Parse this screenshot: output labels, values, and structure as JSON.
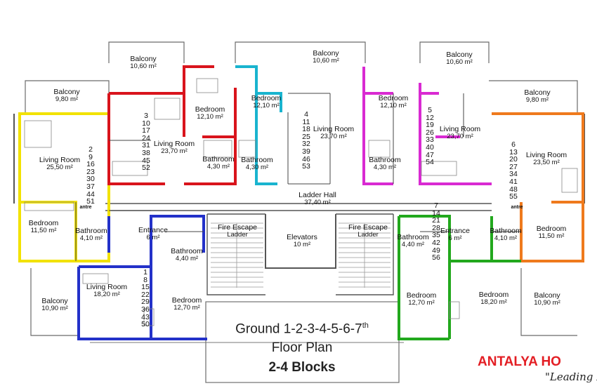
{
  "plan": {
    "title_line1": "Ground  1-2-3-4-5-6-7",
    "title_line1_sup": "th",
    "title_line2": "Floor Plan",
    "title_line3": "2-4 Blocks",
    "brand": "ANTALYA HO",
    "slogan": "\"Leading Rea",
    "entrance_word": "antre",
    "colors": {
      "yellow": "#f2e200",
      "red": "#d9141c",
      "cyan": "#19b4cf",
      "magenta": "#d92ad2",
      "orange": "#ef7a1d",
      "blue": "#2331c9",
      "green": "#22a81d",
      "wall": "#555555",
      "brand": "#e31e24"
    },
    "rooms": [
      {
        "name": "Balcony",
        "area": "10,60 m²"
      },
      {
        "name": "Balcony",
        "area": "10,60 m²"
      },
      {
        "name": "Balcony",
        "area": "10,60 m²"
      },
      {
        "name": "Balcony",
        "area": "9,80 m²"
      },
      {
        "name": "Balcony",
        "area": "9,80 m²"
      },
      {
        "name": "Bedroom",
        "area": "12,10 m²"
      },
      {
        "name": "Bedroom",
        "area": "12,10 m²"
      },
      {
        "name": "Bedroom",
        "area": "12,10 m²"
      },
      {
        "name": "Living Room",
        "area": "23,70 m²"
      },
      {
        "name": "Living Room",
        "area": "23,70 m²"
      },
      {
        "name": "Living Room",
        "area": "23,70 m²"
      },
      {
        "name": "Living Room",
        "area": "25,50 m²"
      },
      {
        "name": "Living Room",
        "area": "23,50 m²"
      },
      {
        "name": "Bathroom",
        "area": "4,30 m²"
      },
      {
        "name": "Bathroom",
        "area": "4,30 m²"
      },
      {
        "name": "Bathroom",
        "area": "4,30 m²"
      },
      {
        "name": "Ladder Hall",
        "area": "37,40 m²"
      },
      {
        "name": "Bedroom",
        "area": "11,50 m²"
      },
      {
        "name": "Bathroom",
        "area": "4,10 m²"
      },
      {
        "name": "Entrance",
        "area": "6 m²"
      },
      {
        "name": "Fire Escape",
        "area": "Ladder"
      },
      {
        "name": "Elevators",
        "area": "10 m²"
      },
      {
        "name": "Fire Escape",
        "area": "Ladder"
      },
      {
        "name": "Bathroom",
        "area": "4,40 m²"
      },
      {
        "name": "Entrance",
        "area": "6 m²"
      },
      {
        "name": "Bathroom",
        "area": "4,10 m²"
      },
      {
        "name": "Bedroom",
        "area": "11,50 m²"
      },
      {
        "name": "Bathroom",
        "area": "4,40 m²"
      },
      {
        "name": "Living Room",
        "area": "18,20 m²"
      },
      {
        "name": "Bedroom",
        "area": "12,70 m²"
      },
      {
        "name": "Bedroom",
        "area": "12,70 m²"
      },
      {
        "name": "Bedroom",
        "area": "18,20 m²"
      },
      {
        "name": "Balcony",
        "area": "10,90 m²"
      },
      {
        "name": "Balcony",
        "area": "10,90 m²"
      }
    ],
    "units": [
      [
        "3",
        "10",
        "17",
        "24",
        "31",
        "38",
        "45",
        "52"
      ],
      [
        "2",
        "9",
        "16",
        "23",
        "30",
        "37",
        "44",
        "51"
      ],
      [
        "4",
        "11",
        "18",
        "25",
        "32",
        "39",
        "46",
        "53"
      ],
      [
        "5",
        "12",
        "19",
        "26",
        "33",
        "40",
        "47",
        "54"
      ],
      [
        "6",
        "13",
        "20",
        "27",
        "34",
        "41",
        "48",
        "55"
      ],
      [
        "1",
        "8",
        "15",
        "22",
        "29",
        "36",
        "43",
        "50"
      ],
      [
        "7",
        "14",
        "21",
        "28",
        "35",
        "42",
        "49",
        "56"
      ]
    ]
  }
}
